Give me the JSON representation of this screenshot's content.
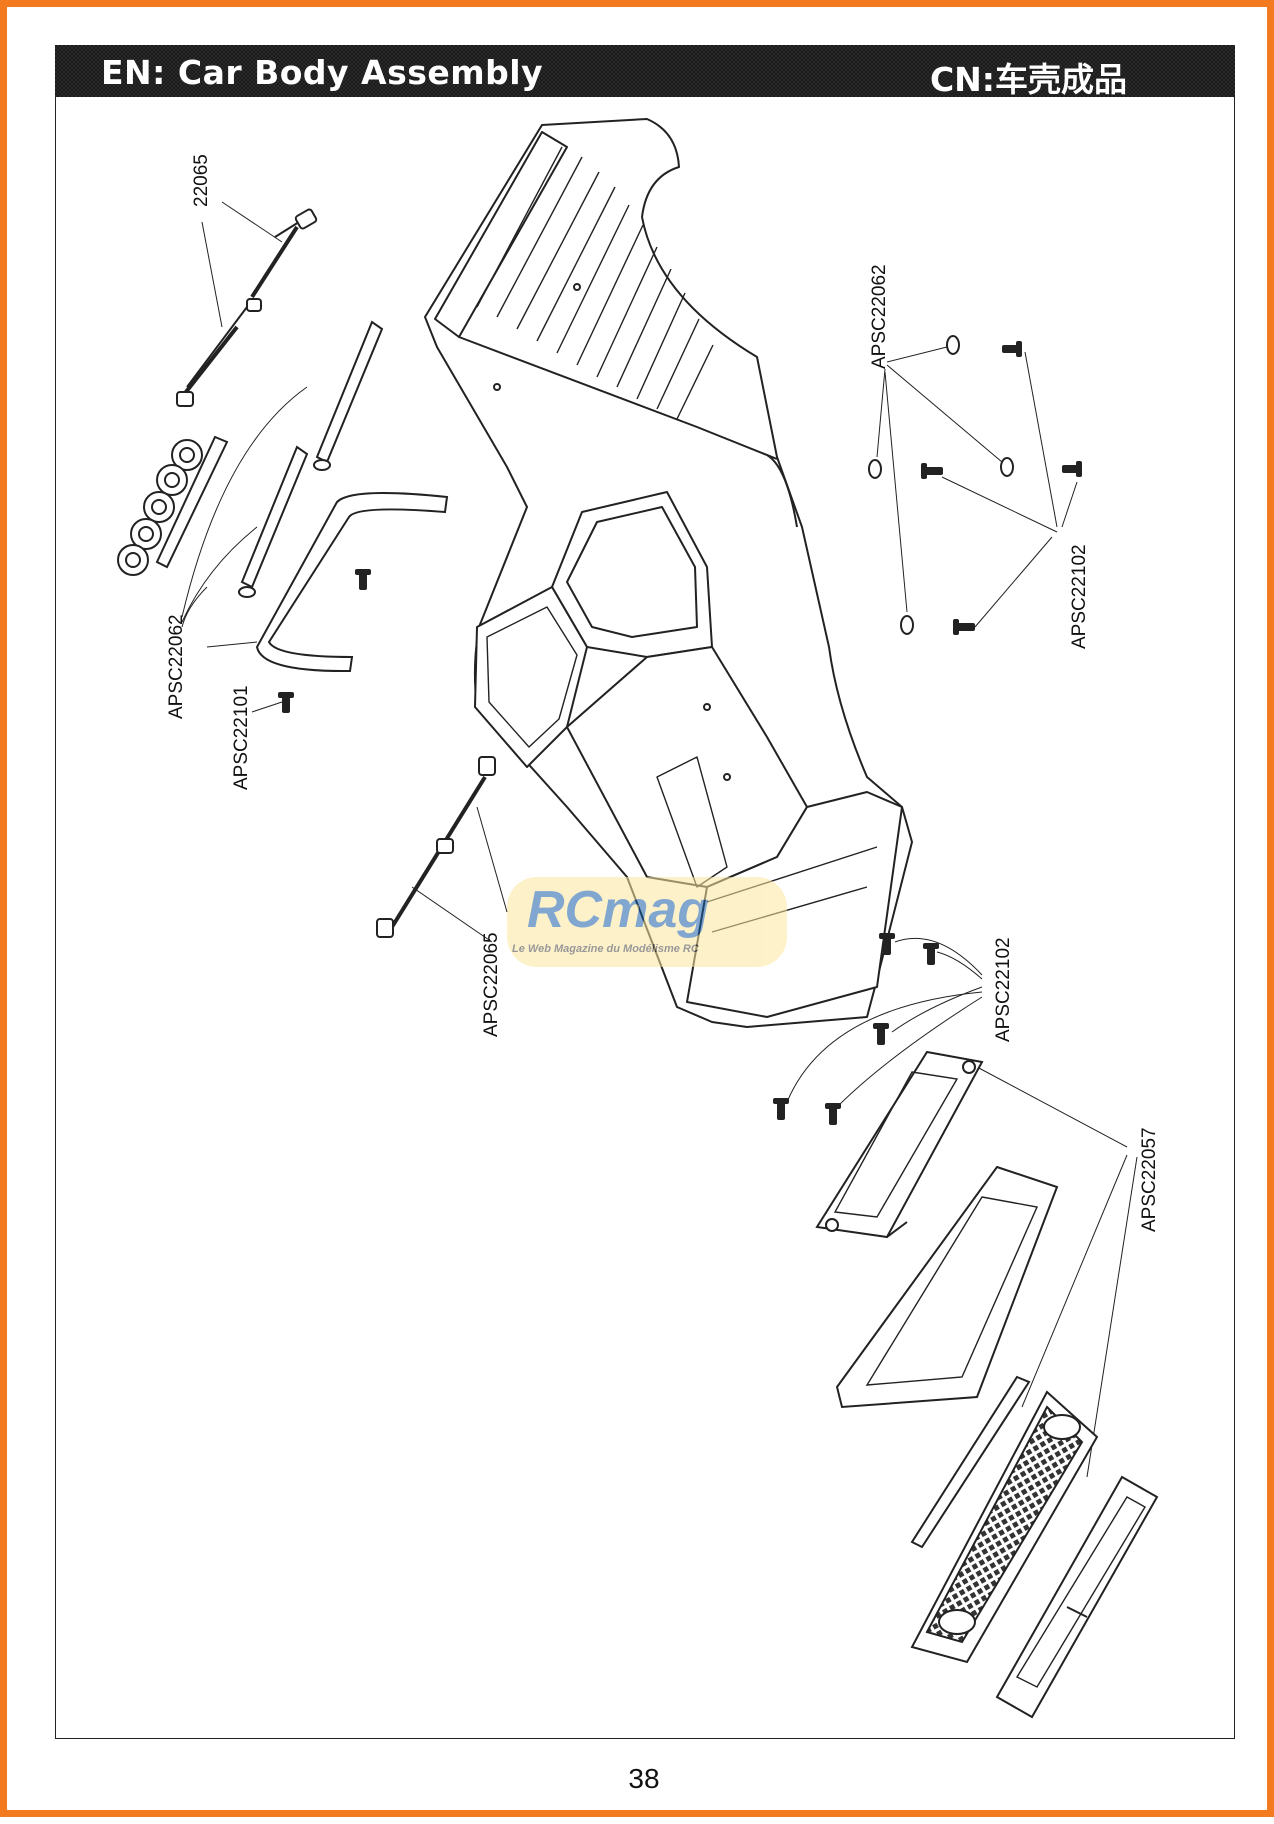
{
  "header": {
    "title_en": "EN: Car Body Assembly",
    "title_cn": "CN:车壳成品"
  },
  "labels": {
    "p22065_top": "22065",
    "apsc22062_left": "APSC22062",
    "apsc22101": "APSC22101",
    "apsc22065": "APSC22065",
    "apsc22062_right": "APSC22062",
    "apsc22102_right": "APSC22102",
    "apsc22102_lower": "APSC22102",
    "apsc22057": "APSC22057"
  },
  "watermark": {
    "brand": "RCmag",
    "tagline": "Le Web Magazine du Modélisme RC"
  },
  "page_number": "38",
  "colors": {
    "frame": "#f47a1f",
    "header_bg": "#1a1a1a",
    "line": "#222222"
  }
}
